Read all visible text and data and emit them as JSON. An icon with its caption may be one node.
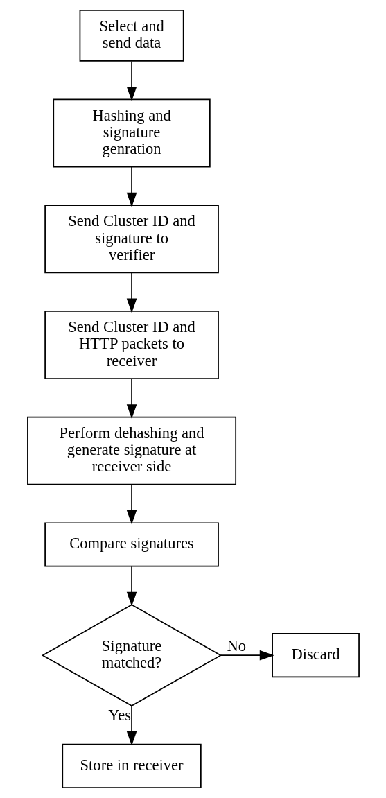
{
  "diagram": {
    "nodes": [
      {
        "text": [
          "Select and send data"
        ]
      },
      {
        "text": [
          "Hashing and signature genration"
        ]
      },
      {
        "text": [
          "Send Cluster ID and signature to verifier"
        ]
      },
      {
        "text": [
          "Send Cluster ID and HTTP packets to receiver"
        ]
      },
      {
        "text": [
          "Perform dehashing and generate signature at receiver side"
        ]
      },
      {
        "text": [
          "Compare signatures"
        ]
      },
      {
        "text": [
          "Signature matched?"
        ]
      },
      {
        "text": [
          "Discard"
        ]
      },
      {
        "text": [
          "Store in receiver"
        ]
      }
    ],
    "edges": [
      {
        "from": 0,
        "to": 1,
        "arrow": "to"
      },
      {
        "from": 1,
        "to": 2,
        "arrow": "to"
      },
      {
        "from": 2,
        "to": 3,
        "arrow": "to"
      },
      {
        "from": 3,
        "to": 4,
        "arrow": "to"
      },
      {
        "from": 4,
        "to": 5,
        "arrow": "to"
      },
      {
        "from": 5,
        "to": 6,
        "arrow": "to"
      },
      {
        "from": 6,
        "to": 7,
        "arrow": "to",
        "label": "No"
      },
      {
        "from": 6,
        "to": 8,
        "arrow": "to",
        "label": "Yes"
      }
    ]
  }
}
